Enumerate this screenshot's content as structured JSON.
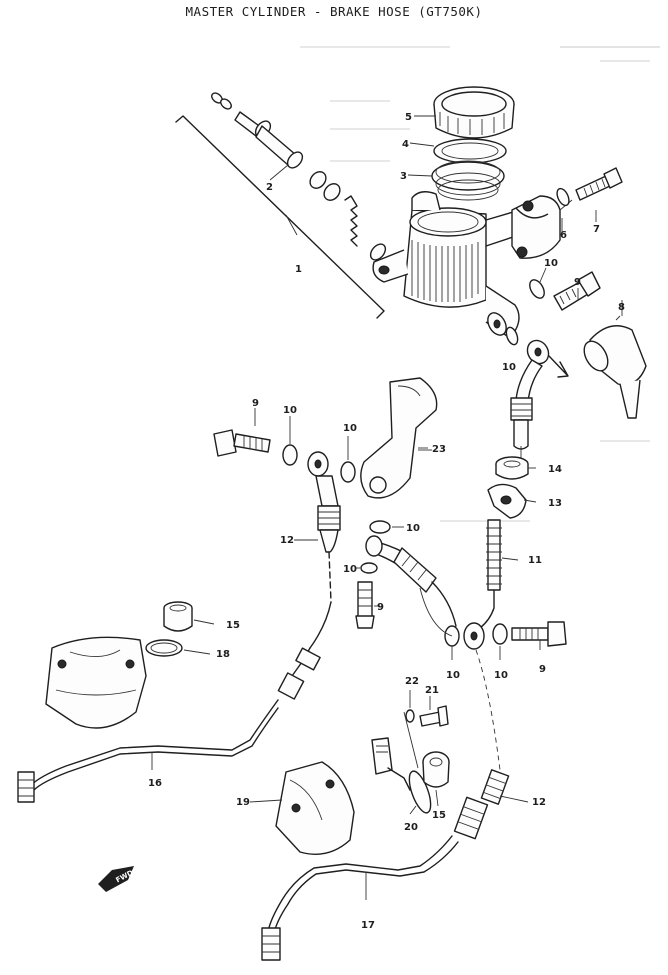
{
  "diagram": {
    "title": "MASTER CYLINDER - BRAKE HOSE (GT750K)",
    "fwd_label": "FWD",
    "callouts": [
      {
        "id": "c1",
        "label": "1"
      },
      {
        "id": "c2",
        "label": "2"
      },
      {
        "id": "c3",
        "label": "3"
      },
      {
        "id": "c4",
        "label": "4"
      },
      {
        "id": "c5",
        "label": "5"
      },
      {
        "id": "c6",
        "label": "6"
      },
      {
        "id": "c7",
        "label": "7"
      },
      {
        "id": "c8",
        "label": "8"
      },
      {
        "id": "c9a",
        "label": "9"
      },
      {
        "id": "c9b",
        "label": "9"
      },
      {
        "id": "c9c",
        "label": "9"
      },
      {
        "id": "c9d",
        "label": "9"
      },
      {
        "id": "c10a",
        "label": "10"
      },
      {
        "id": "c10b",
        "label": "10"
      },
      {
        "id": "c10c",
        "label": "10"
      },
      {
        "id": "c10d",
        "label": "10"
      },
      {
        "id": "c10e",
        "label": "10"
      },
      {
        "id": "c10f",
        "label": "10"
      },
      {
        "id": "c10g",
        "label": "10"
      },
      {
        "id": "c10h",
        "label": "10"
      },
      {
        "id": "c11",
        "label": "11"
      },
      {
        "id": "c12a",
        "label": "12"
      },
      {
        "id": "c12b",
        "label": "12"
      },
      {
        "id": "c13",
        "label": "13"
      },
      {
        "id": "c14",
        "label": "14"
      },
      {
        "id": "c15a",
        "label": "15"
      },
      {
        "id": "c15b",
        "label": "15"
      },
      {
        "id": "c16",
        "label": "16"
      },
      {
        "id": "c17",
        "label": "17"
      },
      {
        "id": "c18",
        "label": "18"
      },
      {
        "id": "c19",
        "label": "19"
      },
      {
        "id": "c20",
        "label": "20"
      },
      {
        "id": "c21",
        "label": "21"
      },
      {
        "id": "c22",
        "label": "22"
      },
      {
        "id": "c23",
        "label": "23"
      }
    ]
  }
}
